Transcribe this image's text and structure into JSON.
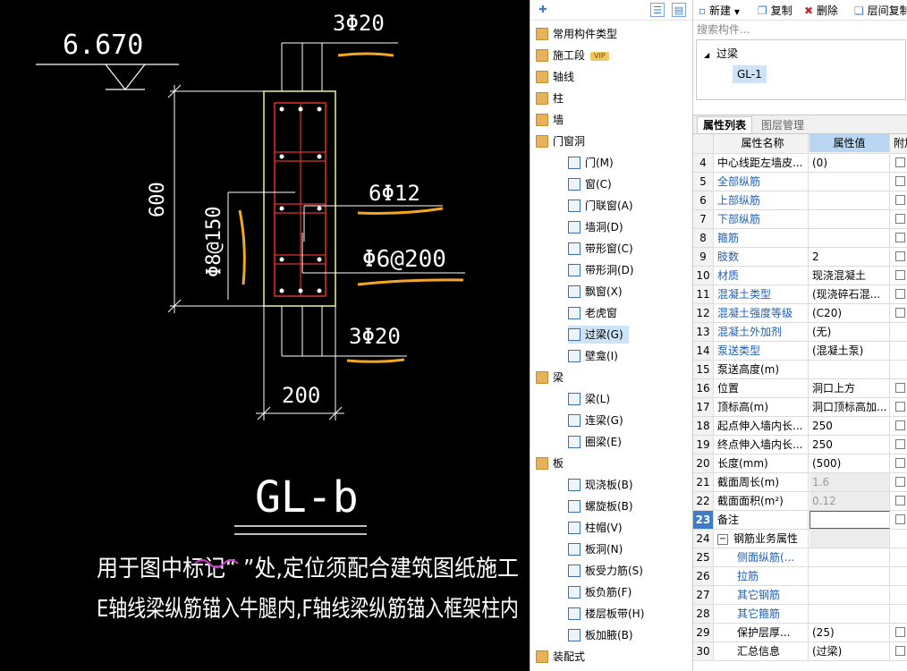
{
  "cad": {
    "elev_label": "6.670",
    "top_bar_label": "3Φ20",
    "height_label": "600",
    "stirrup_spacing_label": "Φ8@150",
    "mid_bar_label": "6Φ12",
    "tie_label": "Φ6@200",
    "bottom_bar_label": "3Φ20",
    "width_label": "200",
    "section_title": "GL-b",
    "note_line1": "用于图中标记“      ”处,定位须配合建筑图纸施工",
    "note_line2": "E轴线梁纵筋锚入牛腿内,F轴线梁纵筋锚入框架柱内"
  },
  "tree": {
    "items": [
      {
        "label": "常用构件类型",
        "icon": "folder-icon",
        "level": 0
      },
      {
        "label": "施工段",
        "icon": "folder-icon",
        "level": 0,
        "badge": "VIP"
      },
      {
        "label": "轴线",
        "icon": "folder-icon",
        "level": 0
      },
      {
        "label": "柱",
        "icon": "folder-icon",
        "level": 0
      },
      {
        "label": "墙",
        "icon": "folder-icon",
        "level": 0
      },
      {
        "label": "门窗洞",
        "icon": "folder-open-icon",
        "level": 0
      },
      {
        "label": "门(M)",
        "icon": "door-icon",
        "level": 1
      },
      {
        "label": "窗(C)",
        "icon": "window-icon",
        "level": 1
      },
      {
        "label": "门联窗(A)",
        "icon": "door-window-icon",
        "level": 1
      },
      {
        "label": "墙洞(D)",
        "icon": "wall-hole-icon",
        "level": 1
      },
      {
        "label": "带形窗(C)",
        "icon": "strip-window-icon",
        "level": 1
      },
      {
        "label": "带形洞(D)",
        "icon": "strip-hole-icon",
        "level": 1
      },
      {
        "label": "飘窗(X)",
        "icon": "bay-window-icon",
        "level": 1
      },
      {
        "label": "老虎窗",
        "icon": "dormer-icon",
        "level": 1
      },
      {
        "label": "过梁(G)",
        "icon": "lintel-icon",
        "level": 1,
        "selected": true
      },
      {
        "label": "壁龛(I)",
        "icon": "niche-icon",
        "level": 1
      },
      {
        "label": "梁",
        "icon": "folder-open-icon",
        "level": 0
      },
      {
        "label": "梁(L)",
        "icon": "beam-icon",
        "level": 1
      },
      {
        "label": "连梁(G)",
        "icon": "coupling-beam-icon",
        "level": 1
      },
      {
        "label": "圈梁(E)",
        "icon": "ring-beam-icon",
        "level": 1
      },
      {
        "label": "板",
        "icon": "folder-open-icon",
        "level": 0
      },
      {
        "label": "现浇板(B)",
        "icon": "slab-icon",
        "level": 1
      },
      {
        "label": "螺旋板(B)",
        "icon": "spiral-slab-icon",
        "level": 1
      },
      {
        "label": "柱帽(V)",
        "icon": "column-cap-icon",
        "level": 1
      },
      {
        "label": "板洞(N)",
        "icon": "slab-hole-icon",
        "level": 1
      },
      {
        "label": "板受力筋(S)",
        "icon": "slab-rebar-icon",
        "level": 1
      },
      {
        "label": "板负筋(F)",
        "icon": "slab-neg-rebar-icon",
        "level": 1
      },
      {
        "label": "楼层板带(H)",
        "icon": "slab-strip-icon",
        "level": 1
      },
      {
        "label": "板加腋(B)",
        "icon": "slab-haunch-icon",
        "level": 1
      },
      {
        "label": "装配式",
        "icon": "folder-icon",
        "level": 0
      }
    ]
  },
  "toolbar": {
    "new_label": "新建",
    "copy_label": "复制",
    "delete_label": "删除",
    "floor_copy_label": "层间复制"
  },
  "search": {
    "placeholder": "搜索构件..."
  },
  "instances": {
    "group_label": "过梁",
    "item_label": "GL-1"
  },
  "tabs": {
    "props": "属性列表",
    "layers": "图层管理"
  },
  "grid": {
    "header": {
      "name": "属性名称",
      "value": "属性值",
      "attach": "附加"
    },
    "rows": [
      {
        "num": "4",
        "name": "中心线距左墙皮...",
        "value": "(0)",
        "cb": true
      },
      {
        "num": "5",
        "name": "全部纵筋",
        "value": "",
        "blue": true,
        "cb": true
      },
      {
        "num": "6",
        "name": "上部纵筋",
        "value": "",
        "blue": true,
        "cb": true
      },
      {
        "num": "7",
        "name": "下部纵筋",
        "value": "",
        "blue": true,
        "cb": true
      },
      {
        "num": "8",
        "name": "箍筋",
        "value": "",
        "blue": true,
        "cb": true
      },
      {
        "num": "9",
        "name": "肢数",
        "value": "2",
        "blue": true,
        "cb": true
      },
      {
        "num": "10",
        "name": "材质",
        "value": "现浇混凝土",
        "blue": true,
        "cb": true
      },
      {
        "num": "11",
        "name": "混凝土类型",
        "value": "(现浇碎石混...",
        "blue": true,
        "cb": true
      },
      {
        "num": "12",
        "name": "混凝土强度等级",
        "value": "(C20)",
        "blue": true,
        "cb": true
      },
      {
        "num": "13",
        "name": "混凝土外加剂",
        "value": "(无)",
        "blue": true,
        "cb": false
      },
      {
        "num": "14",
        "name": "泵送类型",
        "value": "(混凝土泵)",
        "blue": true,
        "cb": false
      },
      {
        "num": "15",
        "name": "泵送高度(m)",
        "value": "",
        "cb": false
      },
      {
        "num": "16",
        "name": "位置",
        "value": "洞口上方",
        "cb": true
      },
      {
        "num": "17",
        "name": "顶标高(m)",
        "value": "洞口顶标高加...",
        "cb": true
      },
      {
        "num": "18",
        "name": "起点伸入墙内长...",
        "value": "250",
        "cb": true
      },
      {
        "num": "19",
        "name": "终点伸入墙内长...",
        "value": "250",
        "cb": true
      },
      {
        "num": "20",
        "name": "长度(mm)",
        "value": "(500)",
        "cb": true
      },
      {
        "num": "21",
        "name": "截面周长(m)",
        "value": "1.6",
        "gray": true,
        "cb": true
      },
      {
        "num": "22",
        "name": "截面面积(m²)",
        "value": "0.12",
        "gray": true,
        "cb": true
      },
      {
        "num": "23",
        "name": "备注",
        "value": "",
        "current": true,
        "cb": true
      },
      {
        "num": "24",
        "name": "钢筋业务属性",
        "value": "",
        "group": true,
        "cb": false
      },
      {
        "num": "25",
        "name": "侧面纵筋(...",
        "value": "",
        "blue": true,
        "sub": true,
        "cb": false
      },
      {
        "num": "26",
        "name": "拉筋",
        "value": "",
        "blue": true,
        "sub": true,
        "cb": false
      },
      {
        "num": "27",
        "name": "其它钢筋",
        "value": "",
        "blue": true,
        "sub": true,
        "cb": false
      },
      {
        "num": "28",
        "name": "其它箍筋",
        "value": "",
        "blue": true,
        "sub": true,
        "cb": false
      },
      {
        "num": "29",
        "name": "保护层厚...",
        "value": "(25)",
        "sub": true,
        "cb": true
      },
      {
        "num": "30",
        "name": "汇总信息",
        "value": "(过梁)",
        "sub": true,
        "cb": true
      }
    ]
  }
}
